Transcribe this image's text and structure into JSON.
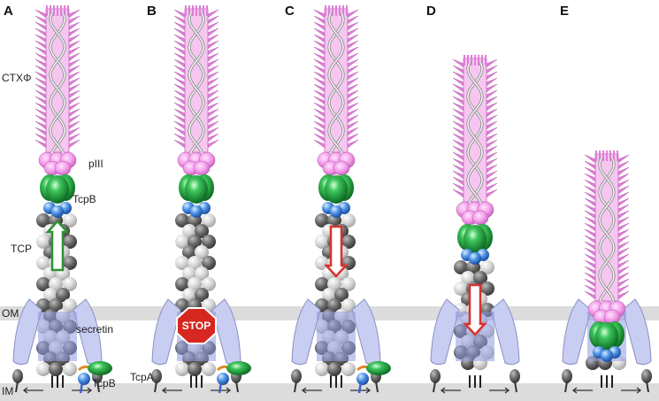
{
  "panels": [
    {
      "letter": "A",
      "arrow": "up"
    },
    {
      "letter": "B",
      "arrow": "stop"
    },
    {
      "letter": "C",
      "arrow": "down"
    },
    {
      "letter": "D",
      "arrow": "down"
    },
    {
      "letter": "E",
      "arrow": "none"
    }
  ],
  "labels": {
    "phage": "CTXΦ",
    "p3": "pIII",
    "tcpb_top": "TcpB",
    "pilus": "TCP",
    "outer_membrane": "OM",
    "secretin": "secretin",
    "tcpb_bottom": "TcpB",
    "tcpa": "TcpA",
    "inner_membrane": "IM",
    "stop": "STOP"
  },
  "colors": {
    "membrane": "#dcdcdc",
    "phage_coat": "#e07fd8",
    "p3": "#f08ee8",
    "tcpb_domain": "#1f9a3a",
    "tcpb_tip": "#3b82e0",
    "pilin_dark": "#6e6e6e",
    "pilin_light": "#cfcfcf",
    "secretin": "#c8cdf2",
    "up_arrow": "#2f8f35",
    "down_arrow": "#d8322e",
    "stop_sign": "#d62820"
  }
}
